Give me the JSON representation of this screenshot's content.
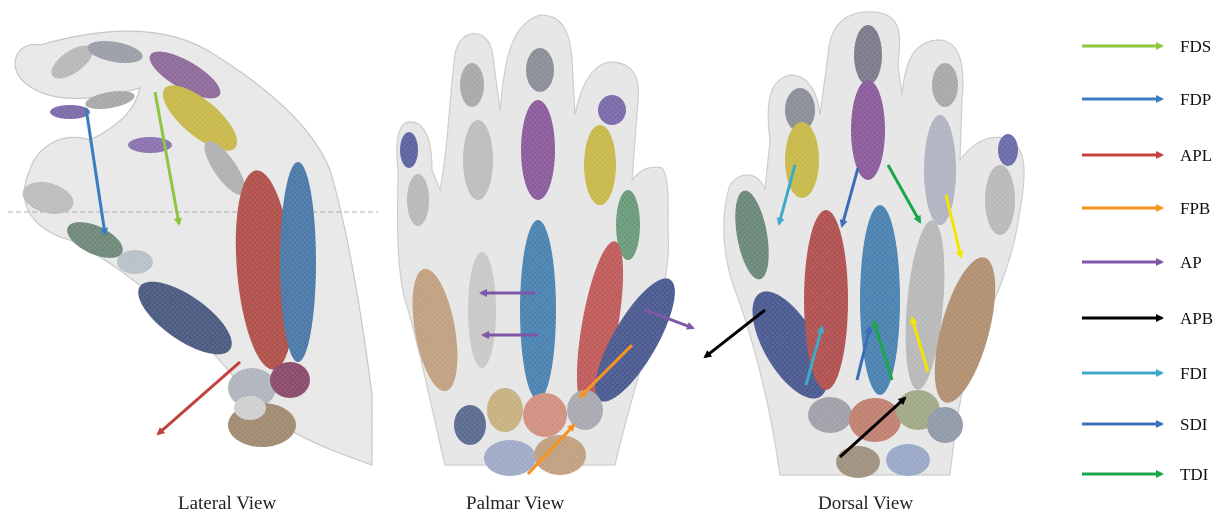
{
  "views": {
    "lateral": {
      "caption": "Lateral View"
    },
    "palmar": {
      "caption": "Palmar View"
    },
    "dorsal": {
      "caption": "Dorsal View"
    }
  },
  "legend": [
    {
      "label": "FDS",
      "color": "#8dc63f"
    },
    {
      "label": "FDP",
      "color": "#3a7cc2"
    },
    {
      "label": "APL",
      "color": "#c0433f"
    },
    {
      "label": "FPB",
      "color": "#f7941d"
    },
    {
      "label": "AP",
      "color": "#7e57a8"
    },
    {
      "label": "APB",
      "color": "#000000"
    },
    {
      "label": "FDI",
      "color": "#3fa9c9"
    },
    {
      "label": "SDI",
      "color": "#3a6fb8"
    },
    {
      "label": "TDI",
      "color": "#1aa64a"
    }
  ]
}
